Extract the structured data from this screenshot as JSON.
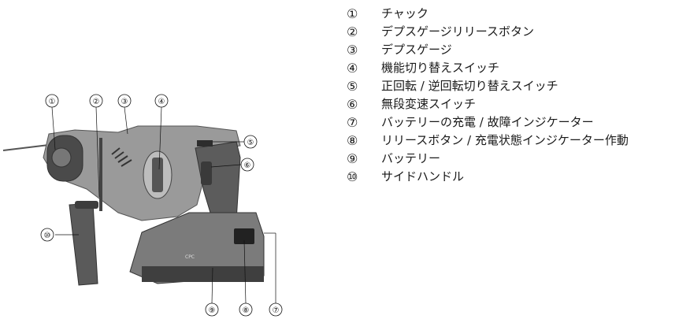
{
  "callouts": [
    "①",
    "②",
    "③",
    "④",
    "⑤",
    "⑥",
    "⑦",
    "⑧",
    "⑨",
    "⑩"
  ],
  "legend": [
    {
      "num": "①",
      "text": "チャック"
    },
    {
      "num": "②",
      "text": "デプスゲージリリースボタン"
    },
    {
      "num": "③",
      "text": "デプスゲージ"
    },
    {
      "num": "④",
      "text": "機能切り替えスイッチ"
    },
    {
      "num": "⑤",
      "text": "正回転 / 逆回転切り替えスイッチ"
    },
    {
      "num": "⑥",
      "text": "無段変速スイッチ"
    },
    {
      "num": "⑦",
      "text": "バッテリーの充電 / 故障インジケーター"
    },
    {
      "num": "⑧",
      "text": "リリースボタン / 充電状態インジケーター作動"
    },
    {
      "num": "⑨",
      "text": "バッテリー"
    },
    {
      "num": "⑩",
      "text": "サイドハンドル"
    }
  ],
  "battery_label": "CPC"
}
